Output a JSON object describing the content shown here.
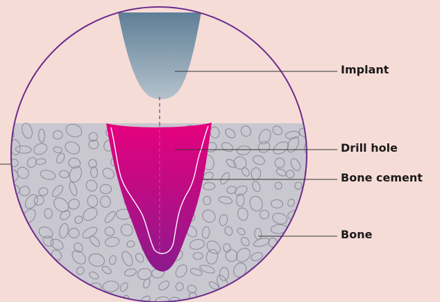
{
  "labels": {
    "implant": "Implant",
    "drill_hole": "Drill hole",
    "bone_cement": "Bone cement",
    "bone": "Bone"
  },
  "colors": {
    "background": "#f6dcd7",
    "circle_stroke": "#6b2b8c",
    "bone_fill": "#c9c7cf",
    "bone_texture_stroke": "#8f8d9a",
    "implant_top": "#5f7f97",
    "implant_bottom": "#b5c2cc",
    "cement_top": "#e6007e",
    "cement_bottom": "#8c1a8c",
    "leader_line": "#333333"
  }
}
